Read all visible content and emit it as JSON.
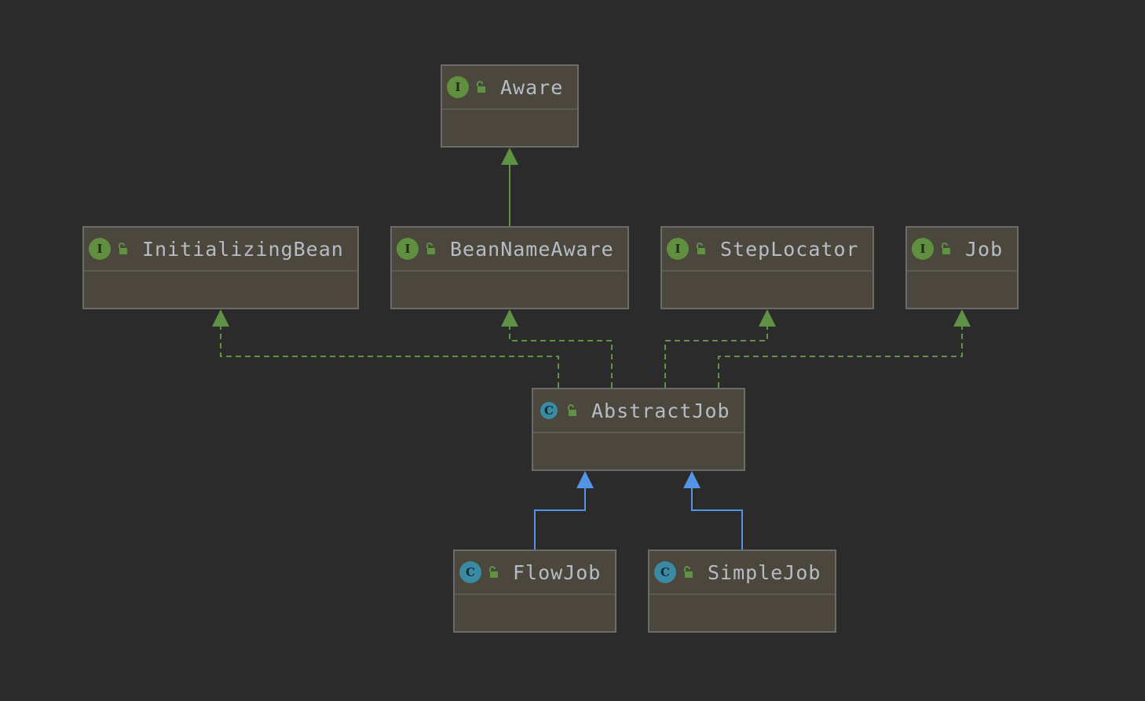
{
  "colors": {
    "background": "#2b2b2b",
    "node_fill": "#4b473c",
    "node_border": "#6b6b6b",
    "text": "#b6bcc6",
    "implements_edge": "#5f9245",
    "extends_edge": "#5393e8",
    "interface_badge": "#5f8f3f",
    "class_badge": "#3a8aa3"
  },
  "nodes": [
    {
      "id": "aware",
      "name": "Aware",
      "kind": "interface",
      "badge": "I"
    },
    {
      "id": "initializing-bean",
      "name": "InitializingBean",
      "kind": "interface",
      "badge": "I"
    },
    {
      "id": "bean-name-aware",
      "name": "BeanNameAware",
      "kind": "interface",
      "badge": "I"
    },
    {
      "id": "step-locator",
      "name": "StepLocator",
      "kind": "interface",
      "badge": "I"
    },
    {
      "id": "job",
      "name": "Job",
      "kind": "interface",
      "badge": "I"
    },
    {
      "id": "abstract-job",
      "name": "AbstractJob",
      "kind": "abstract-class",
      "badge": "C"
    },
    {
      "id": "flow-job",
      "name": "FlowJob",
      "kind": "class",
      "badge": "C"
    },
    {
      "id": "simple-job",
      "name": "SimpleJob",
      "kind": "class",
      "badge": "C"
    }
  ],
  "edges": [
    {
      "from": "bean-name-aware",
      "to": "aware",
      "type": "extends-interface"
    },
    {
      "from": "abstract-job",
      "to": "initializing-bean",
      "type": "implements"
    },
    {
      "from": "abstract-job",
      "to": "bean-name-aware",
      "type": "implements"
    },
    {
      "from": "abstract-job",
      "to": "step-locator",
      "type": "implements"
    },
    {
      "from": "abstract-job",
      "to": "job",
      "type": "implements"
    },
    {
      "from": "flow-job",
      "to": "abstract-job",
      "type": "extends"
    },
    {
      "from": "simple-job",
      "to": "abstract-job",
      "type": "extends"
    }
  ]
}
